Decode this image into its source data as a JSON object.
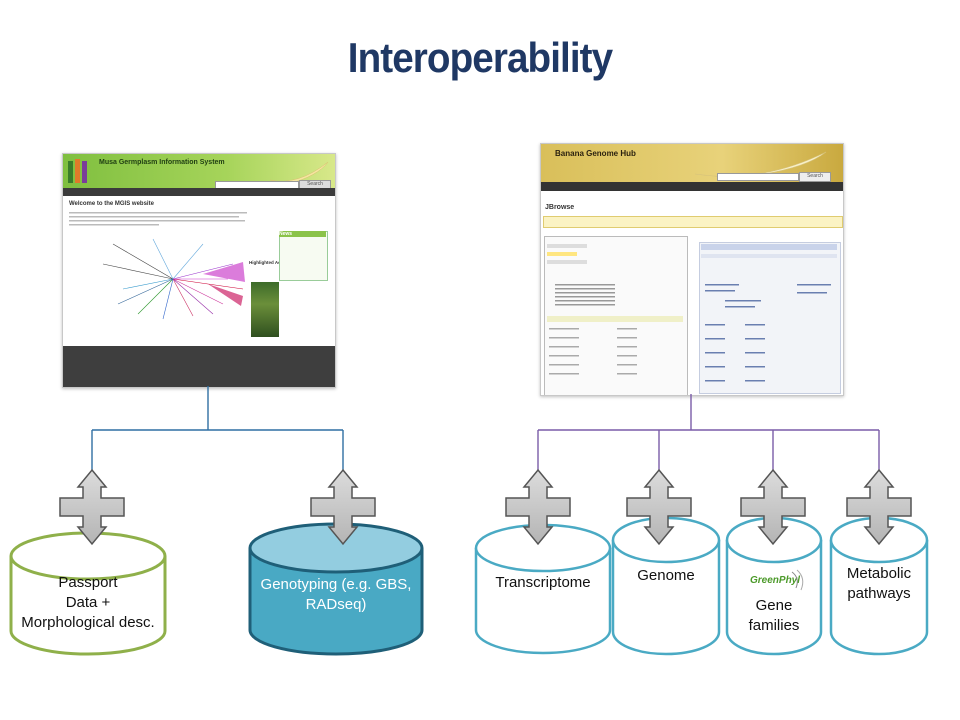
{
  "slide": {
    "title": "Interoperability"
  },
  "screenshots": {
    "mgis": {
      "site_title": "Musa Germplasm Information System",
      "welcome_heading": "Welcome to the MGIS website",
      "highlighted_accession": "Highlighted Accession",
      "search_button": "Search",
      "news_heading": "News"
    },
    "banana_genome_hub": {
      "site_title": "Banana Genome Hub",
      "page_heading": "JBrowse",
      "search_button": "Search"
    }
  },
  "databases": [
    {
      "label": "Passport\nData +\nMorphological desc.",
      "style": "outline-green"
    },
    {
      "label": "Genotyping (e.g. GBS,\nRADseq)",
      "style": "filled-blue"
    },
    {
      "label": "Transcriptome",
      "style": "outline-teal"
    },
    {
      "label": "Genome",
      "style": "outline-teal"
    },
    {
      "label": "Gene\nfamilies",
      "style": "outline-teal",
      "logo": "GreenPhyl"
    },
    {
      "label": "Metabolic\npathways",
      "style": "outline-teal"
    }
  ],
  "colors": {
    "title": "#1f3864",
    "connector_blue": "#2f6fa3",
    "connector_purple": "#7a5ca8",
    "arrow_fill": "#c8c8c8",
    "arrow_stroke": "#555555",
    "cyl_green": "#8fb04a",
    "cyl_teal": "#4aaac4",
    "cyl_fill_blue": "#49a9c4"
  }
}
